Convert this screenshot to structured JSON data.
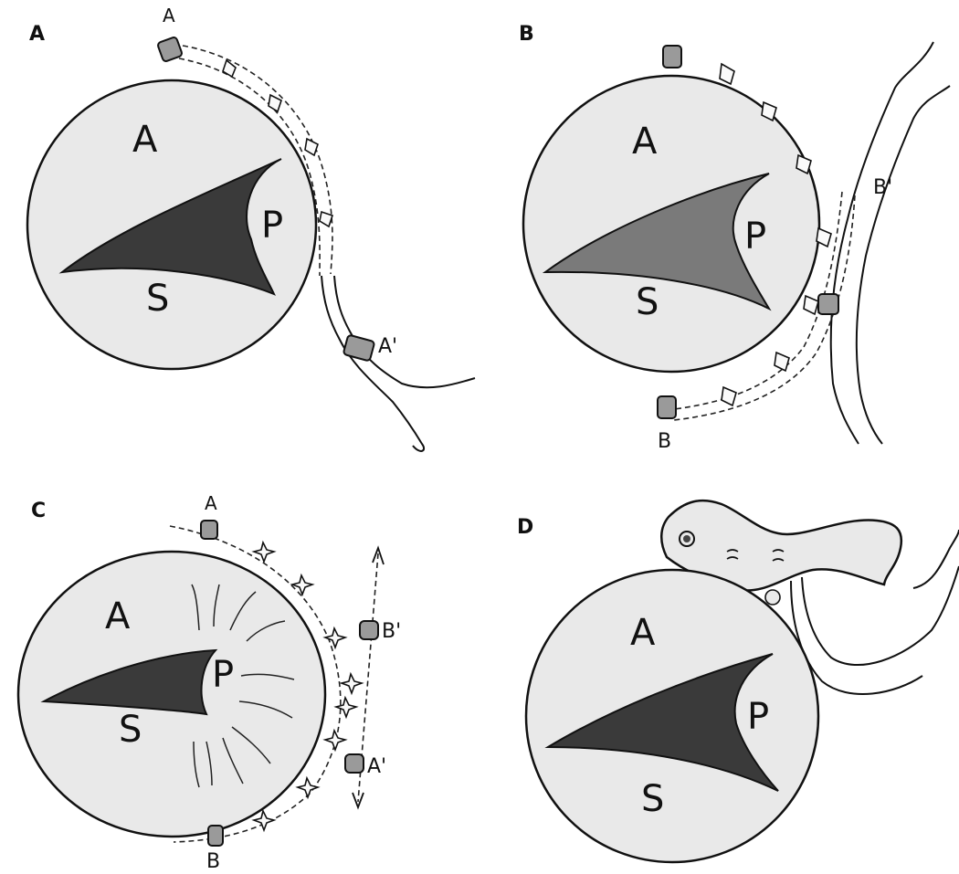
{
  "panels": [
    {
      "id": "A",
      "label": "A",
      "regions": {
        "anterior": "A",
        "posterior": "P",
        "septal": "S"
      },
      "markers": [
        "A",
        "A'"
      ]
    },
    {
      "id": "B",
      "label": "B",
      "regions": {
        "anterior": "A",
        "posterior": "P",
        "septal": "S"
      },
      "markers": [
        "B",
        "B'"
      ]
    },
    {
      "id": "C",
      "label": "C",
      "regions": {
        "anterior": "A",
        "posterior": "P",
        "septal": "S"
      },
      "markers": [
        "A",
        "B'",
        "A'",
        "B"
      ]
    },
    {
      "id": "D",
      "label": "D",
      "regions": {
        "anterior": "A",
        "posterior": "P",
        "septal": "S"
      },
      "markers": []
    }
  ],
  "colors": {
    "ink": "#111111",
    "valve_fill": "#e9e9e9",
    "orifice_dark": "#3a3a3a",
    "orifice_mid": "#7a7a7a",
    "clip": "#9a9a9a"
  }
}
